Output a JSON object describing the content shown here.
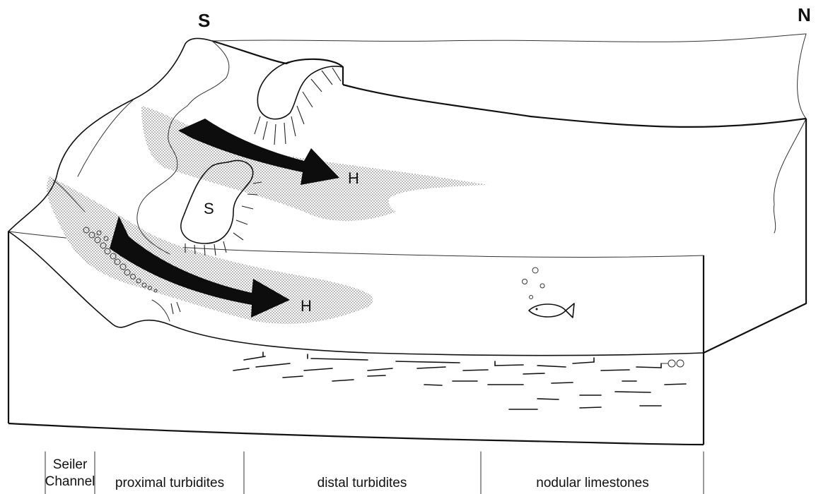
{
  "compass": {
    "south": "S",
    "north": "N"
  },
  "markers": {
    "high_upper": "H",
    "high_lower": "H",
    "swell": "S"
  },
  "zones": [
    {
      "label_line1": "Seiler",
      "label_line2": "Channel"
    },
    {
      "label": "proximal turbidites"
    },
    {
      "label": "distal turbidites"
    },
    {
      "label": "nodular limestones"
    }
  ],
  "colors": {
    "stipple": "#bdbdbd",
    "ink": "#111111",
    "arrow": "#0d0d0d"
  }
}
